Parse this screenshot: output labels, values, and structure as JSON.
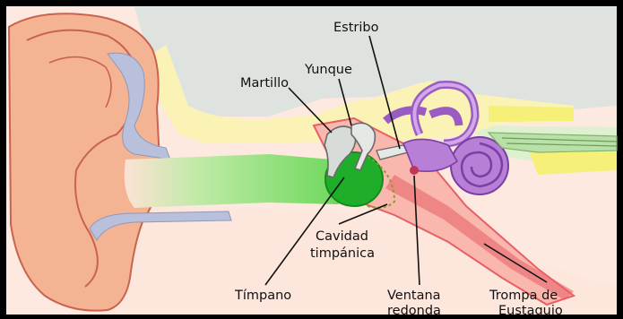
{
  "labels": {
    "estribo": "Estribo",
    "yunque": "Yunque",
    "martillo": "Martillo",
    "cavidad_line1": "Cavidad",
    "cavidad_line2": "timpánica",
    "timpano": "Tímpano",
    "ventana_line1": "Ventana",
    "ventana_line2": "redonda",
    "trompa_line1": "Trompa de",
    "trompa_line2": "Eustaquio"
  },
  "colors": {
    "frame": "#000000",
    "background_gray": "#dfe3df",
    "bone_yellow": "#fbf3b6",
    "bright_yellow": "#f6ef78",
    "skin_light": "#fde6dc",
    "skin_pink": "#f9c7b6",
    "ear_orange": "#f2a27e",
    "ear_outline": "#c9634f",
    "cartilage_blue": "#b8c0dc",
    "canal_green": "#8fe07e",
    "eardrum_green": "#1fae2a",
    "middle_ear_red": "#e85f66",
    "cochlea_purple": "#b77fd6",
    "nerve_green": "#b9e0a8"
  }
}
